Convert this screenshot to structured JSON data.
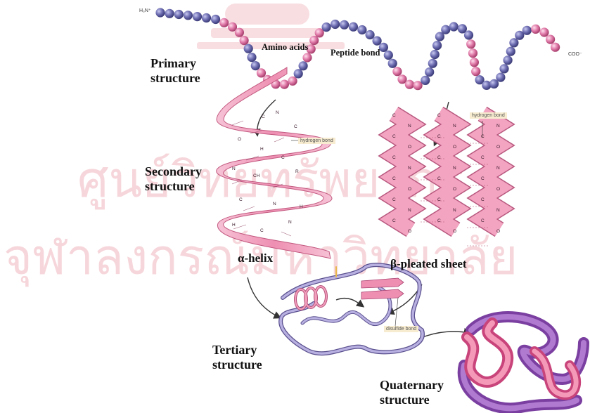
{
  "labels": {
    "n_terminus": "H₃N⁺",
    "c_terminus": "COO⁻",
    "amino_acids": "Amino acids",
    "peptide_bond": "Peptide bond",
    "primary": "Primary\nstructure",
    "secondary": "Secondary\nstructure",
    "alpha_helix": "α-helix",
    "beta_sheet": "β-pleated sheet",
    "tertiary": "Tertiary\nstructure",
    "quaternary": "Quaternary\nstructure",
    "hydrogen_bond_helix": "hydrogen bond",
    "hydrogen_bond_sheet": "hydrogen bond",
    "disulfide_bond": "disulfide bond"
  },
  "watermark": {
    "line1": "ศูนย์วิทยทรัพยากร",
    "line2": "จุฬาลงกรณ์มหาวิทยาลัย"
  },
  "colors": {
    "bead_blue": "#6d6db2",
    "bead_pink": "#e07aa8",
    "ribbon_pink": "#f2a0bd",
    "coil_purple": "#9a8ec8",
    "watermark": "#f3c9cf"
  }
}
